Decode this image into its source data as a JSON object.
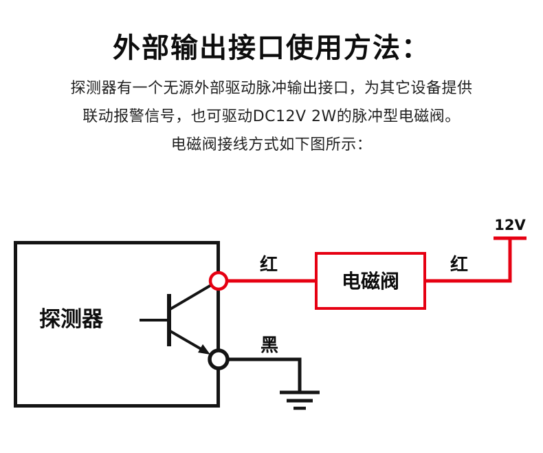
{
  "page": {
    "title": "外部输出接口使用方法：",
    "description_lines": [
      "探测器有一个无源外部驱动脉冲输出接口，为其它设备提供",
      "联动报警信号，也可驱动DC12V 2W的脉冲型电磁阀。",
      "电磁阀接线方式如下图所示："
    ]
  },
  "diagram": {
    "detector_label": "探测器",
    "valve_label": "电磁阀",
    "red_wire_label_left": "红",
    "red_wire_label_right": "红",
    "black_wire_label": "黑",
    "supply_label": "12V",
    "colors": {
      "wire_red": "#e60012",
      "wire_black": "#141414"
    }
  }
}
